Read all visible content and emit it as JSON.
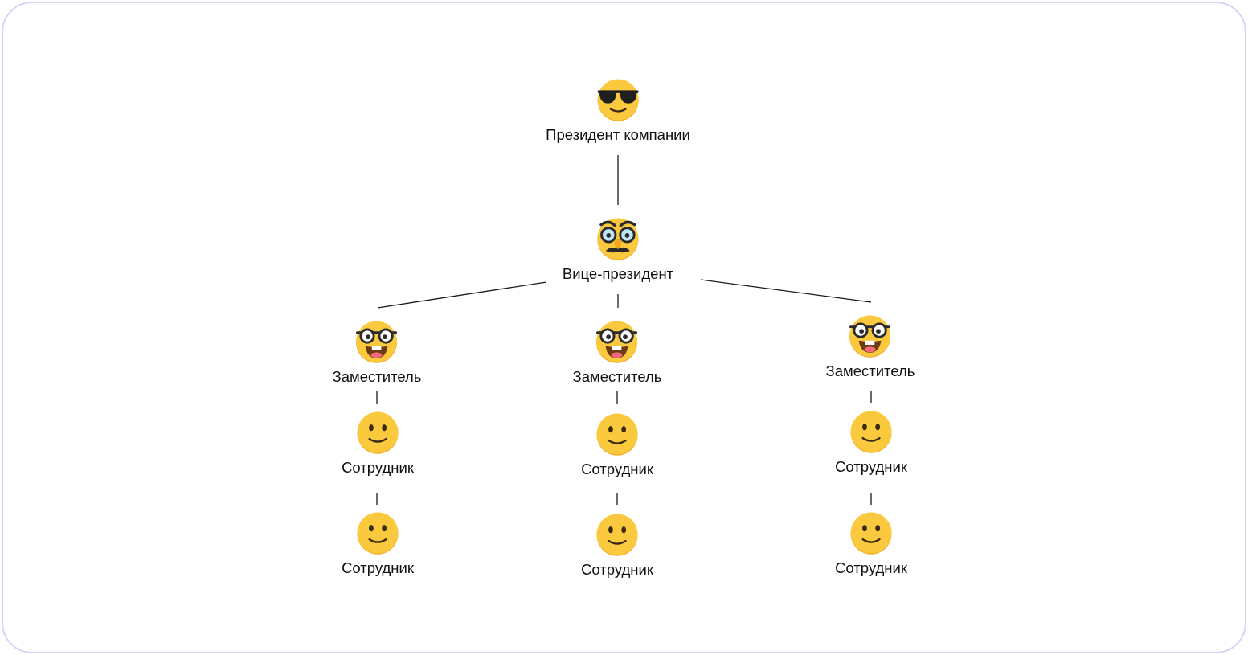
{
  "colors": {
    "frame_border": "#d9d3f3",
    "face_yellow": "#fbc93d",
    "face_shadow": "#f2a81e",
    "line": "#1a1a1a",
    "text": "#111111"
  },
  "org_chart": {
    "president": {
      "label": "Президент компании",
      "icon": "smiling-face-with-sunglasses-icon"
    },
    "vice_president": {
      "label": "Вице-президент",
      "icon": "disguised-face-icon"
    },
    "branches": [
      {
        "deputy": {
          "label": "Заместитель",
          "icon": "nerd-face-icon"
        },
        "employees": [
          {
            "label": "Сотрудник",
            "icon": "slightly-smiling-face-icon"
          },
          {
            "label": "Сотрудник",
            "icon": "slightly-smiling-face-icon"
          }
        ]
      },
      {
        "deputy": {
          "label": "Заместитель",
          "icon": "nerd-face-icon"
        },
        "employees": [
          {
            "label": "Сотрудник",
            "icon": "slightly-smiling-face-icon"
          },
          {
            "label": "Сотрудник",
            "icon": "slightly-smiling-face-icon"
          }
        ]
      },
      {
        "deputy": {
          "label": "Заместитель",
          "icon": "nerd-face-icon"
        },
        "employees": [
          {
            "label": "Сотрудник",
            "icon": "slightly-smiling-face-icon"
          },
          {
            "label": "Сотрудник",
            "icon": "slightly-smiling-face-icon"
          }
        ]
      }
    ]
  }
}
